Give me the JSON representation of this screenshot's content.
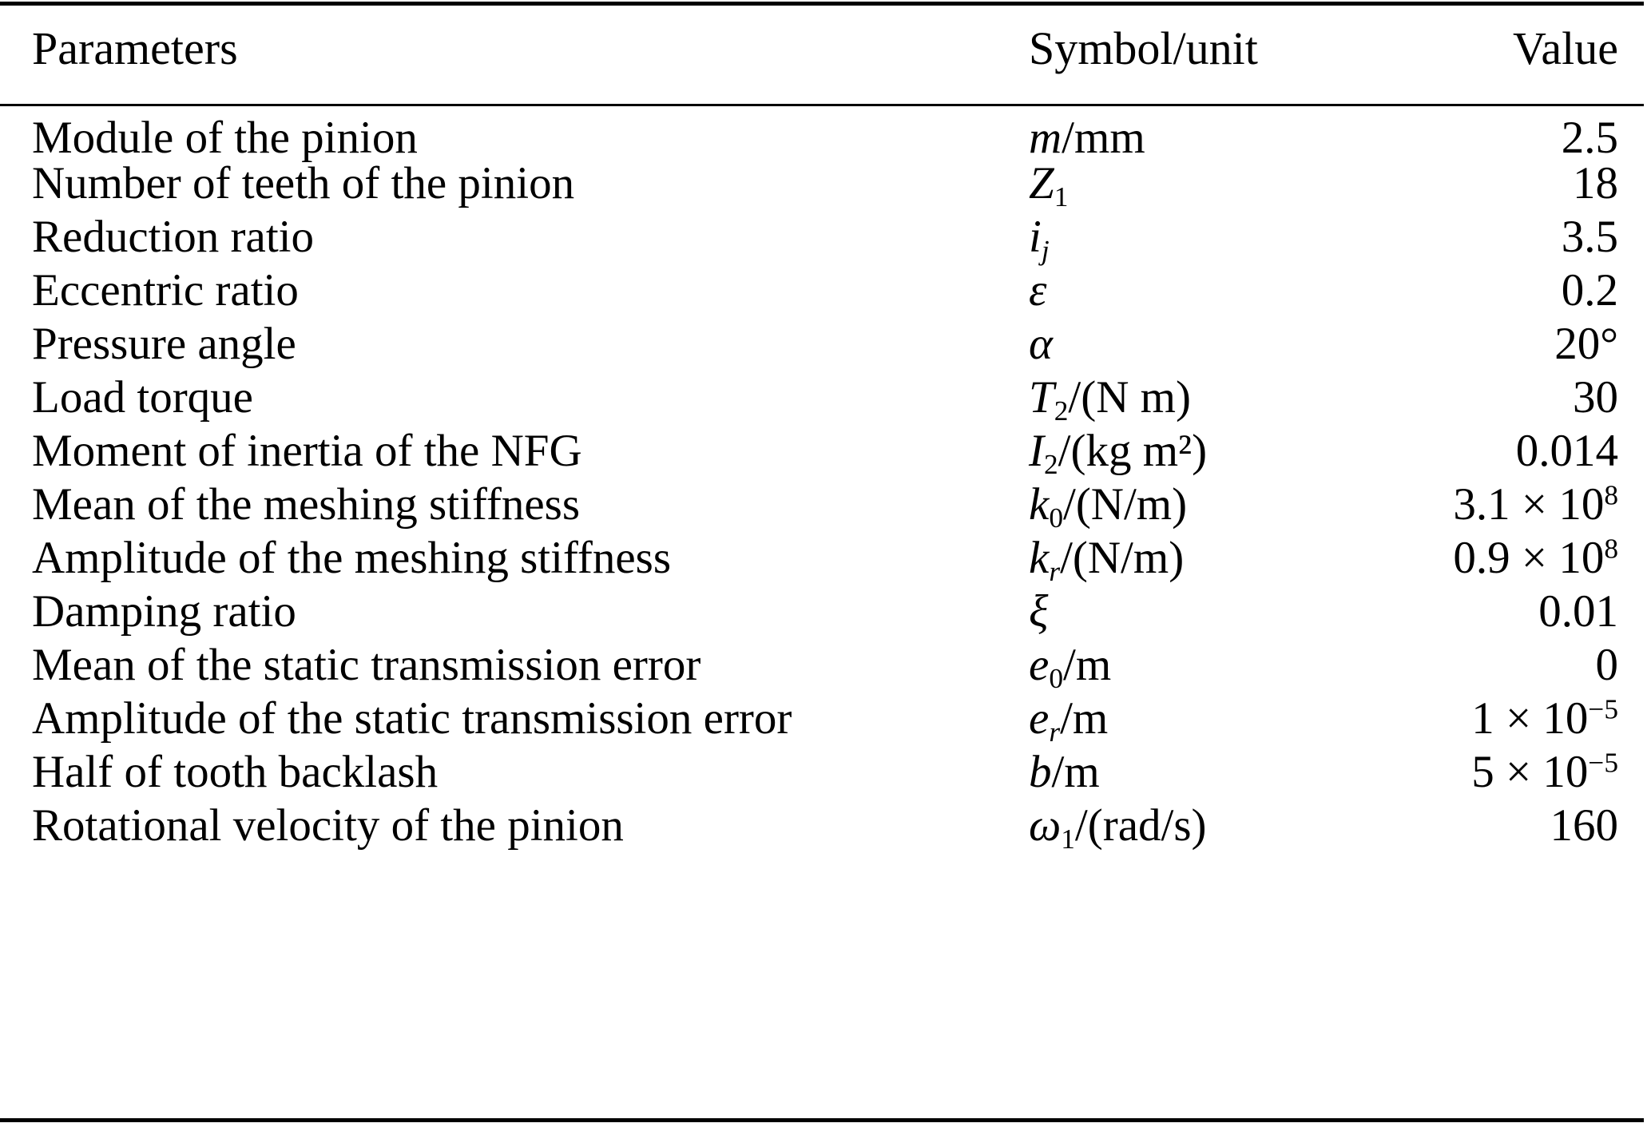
{
  "table": {
    "headers": {
      "parameters": "Parameters",
      "symbol_unit": "Symbol/unit",
      "value": "Value"
    },
    "rows": [
      {
        "parameter": "Module of the pinion",
        "symbol_plain": "m/mm",
        "symbol_var": "m",
        "symbol_sub": "",
        "symbol_unit": "/mm",
        "value_plain": "2.5",
        "value_mantissa": "2.5",
        "value_exponent": ""
      },
      {
        "parameter": "Number of teeth of the pinion",
        "symbol_plain": "Z1",
        "symbol_var": "Z",
        "symbol_sub": "1",
        "symbol_unit": "",
        "value_plain": "18",
        "value_mantissa": "18",
        "value_exponent": ""
      },
      {
        "parameter": "Reduction ratio",
        "symbol_plain": "i j",
        "symbol_var": "i",
        "symbol_sub": "j",
        "symbol_unit": "",
        "value_plain": "3.5",
        "value_mantissa": "3.5",
        "value_exponent": ""
      },
      {
        "parameter": "Eccentric ratio",
        "symbol_plain": "ε",
        "symbol_var": "ε",
        "symbol_sub": "",
        "symbol_unit": "",
        "value_plain": "0.2",
        "value_mantissa": "0.2",
        "value_exponent": ""
      },
      {
        "parameter": "Pressure angle",
        "symbol_plain": "α",
        "symbol_var": "α",
        "symbol_sub": "",
        "symbol_unit": "",
        "value_plain": "20°",
        "value_mantissa": "20°",
        "value_exponent": ""
      },
      {
        "parameter": "Load torque",
        "symbol_plain": "T2/(N m)",
        "symbol_var": "T",
        "symbol_sub": "2",
        "symbol_unit": "/(N m)",
        "value_plain": "30",
        "value_mantissa": "30",
        "value_exponent": ""
      },
      {
        "parameter": "Moment of inertia of the NFG",
        "symbol_plain": "I2/(kg m2)",
        "symbol_var": "I",
        "symbol_sub": "2",
        "symbol_unit": "/(kg m²)",
        "value_plain": "0.014",
        "value_mantissa": "0.014",
        "value_exponent": ""
      },
      {
        "parameter": "Mean of the meshing stiffness",
        "symbol_plain": "k0/(N/m)",
        "symbol_var": "k",
        "symbol_sub": "0",
        "symbol_unit": "/(N/m)",
        "value_plain": "3.1 × 10^8",
        "value_mantissa": "3.1 × 10",
        "value_exponent": "8"
      },
      {
        "parameter": "Amplitude of the meshing stiffness",
        "symbol_plain": "kr/(N/m)",
        "symbol_var": "k",
        "symbol_sub": "r",
        "symbol_unit": "/(N/m)",
        "value_plain": "0.9 × 10^8",
        "value_mantissa": "0.9 × 10",
        "value_exponent": "8"
      },
      {
        "parameter": "Damping ratio",
        "symbol_plain": "ξ",
        "symbol_var": "ξ",
        "symbol_sub": "",
        "symbol_unit": "",
        "value_plain": "0.01",
        "value_mantissa": "0.01",
        "value_exponent": ""
      },
      {
        "parameter": "Mean of the static transmission error",
        "symbol_plain": "e0/m",
        "symbol_var": "e",
        "symbol_sub": "0",
        "symbol_unit": "/m",
        "value_plain": "0",
        "value_mantissa": "0",
        "value_exponent": ""
      },
      {
        "parameter": "Amplitude of the static transmission error",
        "symbol_plain": "er/m",
        "symbol_var": "e",
        "symbol_sub": "r",
        "symbol_unit": "/m",
        "value_plain": "1 × 10^-5",
        "value_mantissa": "1 × 10",
        "value_exponent": "−5"
      },
      {
        "parameter": "Half of tooth backlash",
        "symbol_plain": "b/m",
        "symbol_var": "b",
        "symbol_sub": "",
        "symbol_unit": "/m",
        "value_plain": "5 × 10^-5",
        "value_mantissa": "5 × 10",
        "value_exponent": "−5"
      },
      {
        "parameter": "Rotational velocity of the pinion",
        "symbol_plain": "ω1/(rad/s)",
        "symbol_var": "ω",
        "symbol_sub": "1",
        "symbol_unit": "/(rad/s)",
        "value_plain": "160",
        "value_mantissa": "160",
        "value_exponent": ""
      }
    ]
  },
  "style": {
    "rule_color": "#000000",
    "text_color": "#000000",
    "background": "#ffffff"
  }
}
